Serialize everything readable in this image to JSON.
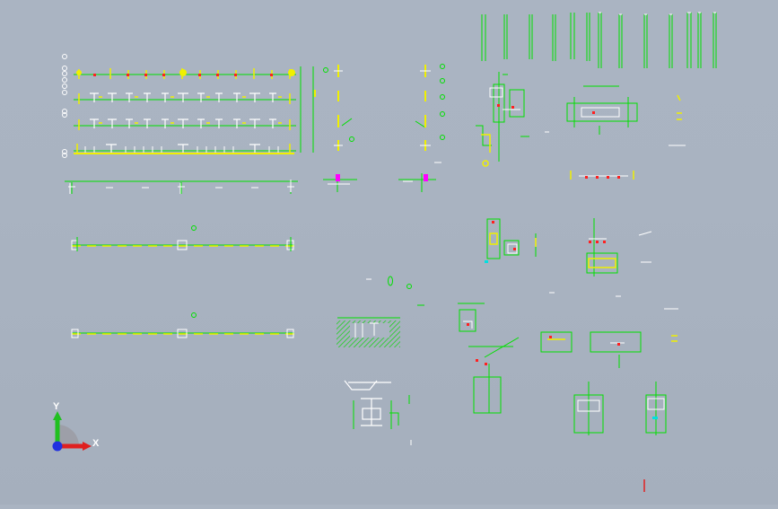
{
  "viewport": {
    "background_top": "#aab4c2",
    "background_bottom": "#a5afbd"
  },
  "colors": {
    "line_green": "#00e000",
    "line_yellow": "#f0f000",
    "line_white": "#ffffff",
    "line_red": "#ff2020",
    "line_magenta": "#ff00ff",
    "line_cyan": "#00e0e0",
    "hatch_green": "#20d020"
  },
  "triad": {
    "y_label": "Y",
    "x_label": "X",
    "x_color": "#e02020",
    "y_color": "#20c020",
    "z_color": "#2030e0"
  },
  "drawing_views": [
    {
      "id": "frame-elevation-rows",
      "icon": "drawing-view"
    },
    {
      "id": "frame-end-views",
      "icon": "drawing-view"
    },
    {
      "id": "column-strip-top",
      "icon": "drawing-view"
    },
    {
      "id": "detail-cluster-upper",
      "icon": "drawing-view"
    },
    {
      "id": "beam-strip-mid",
      "icon": "drawing-view"
    },
    {
      "id": "beam-strip-low",
      "icon": "drawing-view"
    },
    {
      "id": "hatched-section",
      "icon": "drawing-view"
    },
    {
      "id": "column-detail",
      "icon": "drawing-view"
    },
    {
      "id": "detail-cluster-lower",
      "icon": "drawing-view"
    }
  ]
}
